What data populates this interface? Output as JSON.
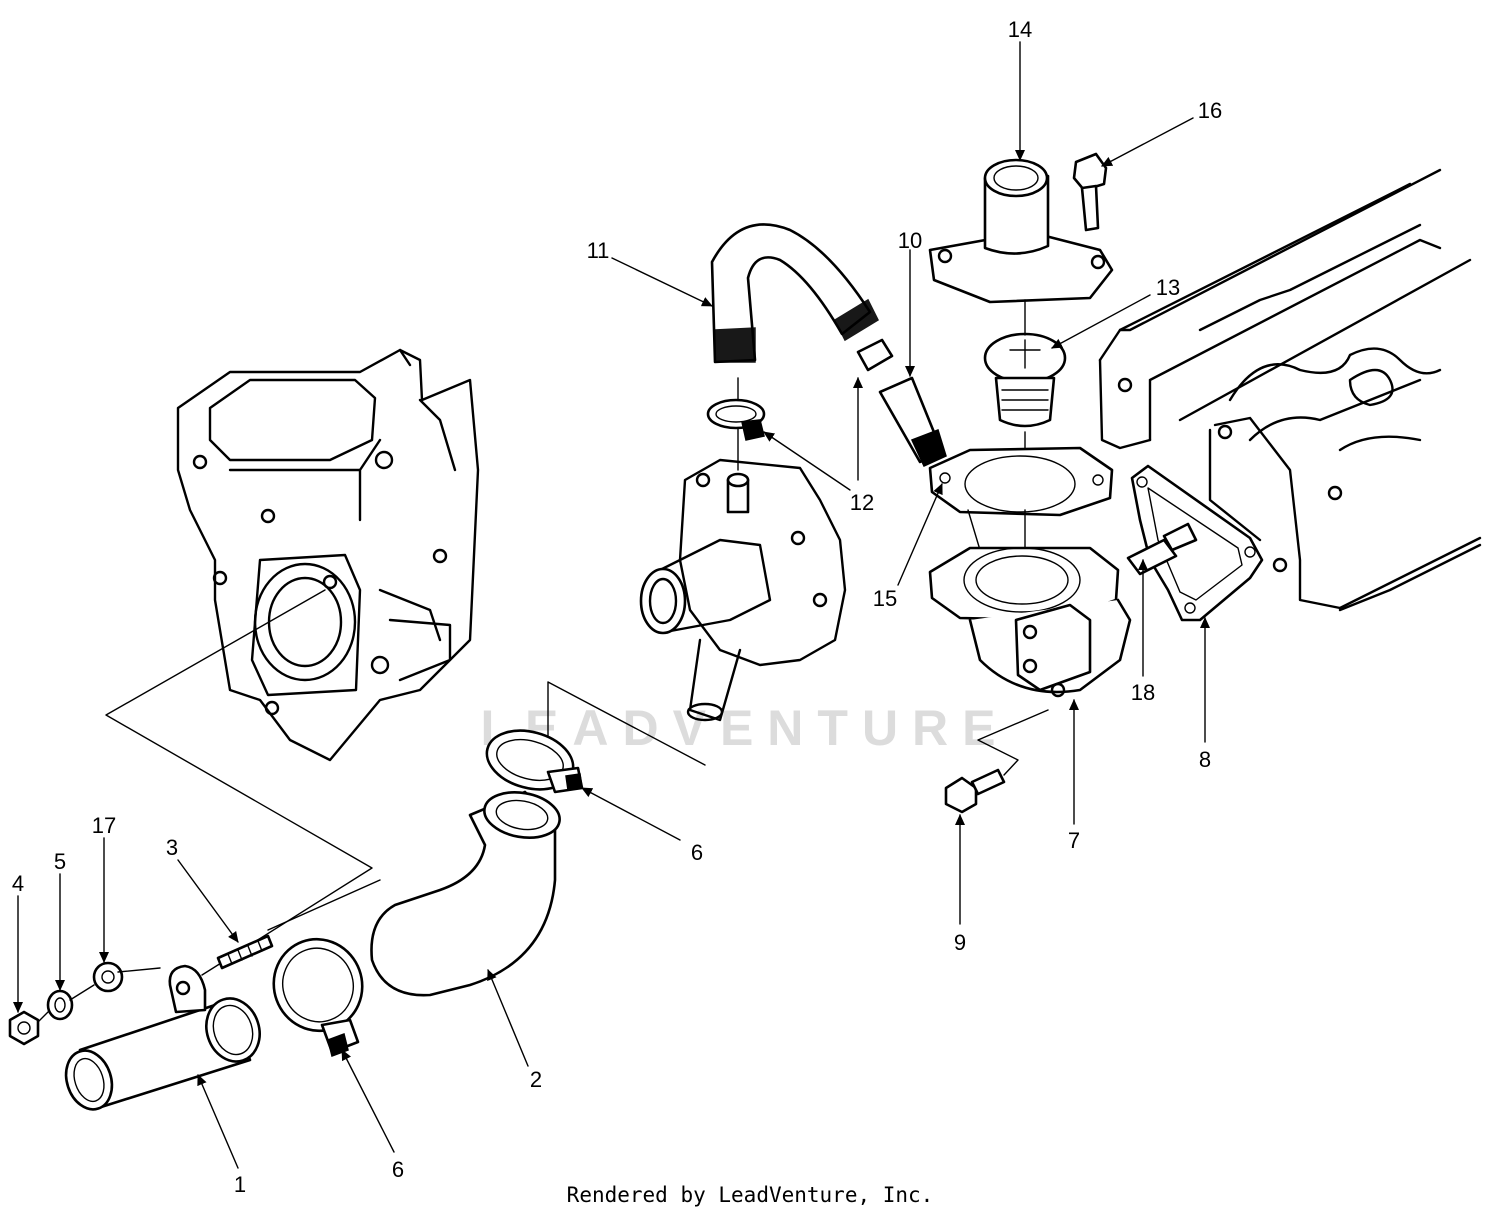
{
  "watermark": "LEADVENTURE",
  "footer": "Rendered by LeadVenture, Inc.",
  "callouts": {
    "c1": "1",
    "c2": "2",
    "c3": "3",
    "c4": "4",
    "c5": "5",
    "c6a": "6",
    "c6b": "6",
    "c7": "7",
    "c8": "8",
    "c9": "9",
    "c10": "10",
    "c11": "11",
    "c12": "12",
    "c13": "13",
    "c14": "14",
    "c15": "15",
    "c16": "16",
    "c17": "17",
    "c18": "18"
  }
}
